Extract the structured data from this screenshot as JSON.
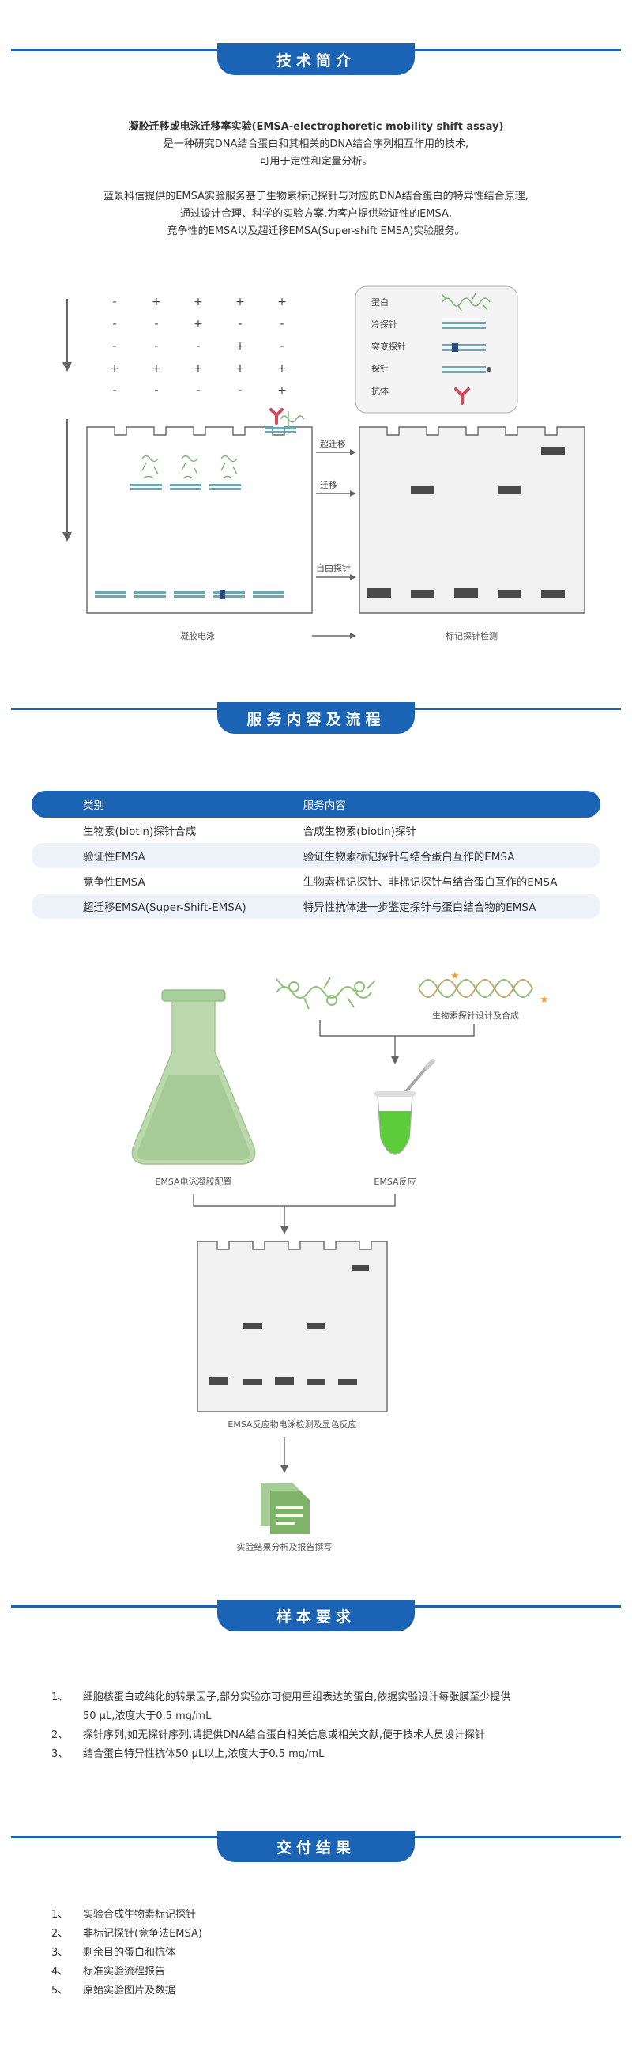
{
  "sections": {
    "intro": {
      "title": "技术简介"
    },
    "service": {
      "title": "服务内容及流程"
    },
    "sample": {
      "title": "样本要求"
    },
    "delivery": {
      "title": "交付结果"
    }
  },
  "intro": {
    "line1": "凝胶迁移或电泳迁移率实验(EMSA-electrophoretic mobility shift assay)",
    "line2": "是一种研究DNA结合蛋白和其相关的DNA结合序列相互作用的技术,",
    "line3": "可用于定性和定量分析。",
    "line4": "蓝景科信提供的EMSA实验服务基于生物素标记探针与对应的DNA结合蛋白的特异性结合原理,",
    "line5": "通过设计合理、科学的实验方案,为客户提供验证性的EMSA,",
    "line6": "竞争性的EMSA以及超迁移EMSA(Super-shift EMSA)实验服务。"
  },
  "diagram": {
    "grid": [
      [
        "-",
        "+",
        "+",
        "+",
        "+"
      ],
      [
        "-",
        "-",
        "+",
        "-",
        "-"
      ],
      [
        "-",
        "-",
        "-",
        "+",
        "-"
      ],
      [
        "+",
        "+",
        "+",
        "+",
        "+"
      ],
      [
        "-",
        "-",
        "-",
        "-",
        "+"
      ]
    ],
    "legend": [
      "蛋白",
      "冷探针",
      "突变探针",
      "探针",
      "抗体"
    ],
    "label_supershift": "超迁移",
    "label_shift": "迁移",
    "label_free": "自由探针",
    "caption_left": "凝胶电泳",
    "caption_right": "标记探针检测"
  },
  "service_table": {
    "headers": [
      "类别",
      "服务内容"
    ],
    "rows": [
      [
        "生物素(biotin)探针合成",
        "合成生物素(biotin)探针"
      ],
      [
        "验证性EMSA",
        "验证生物素标记探针与结合蛋白互作的EMSA"
      ],
      [
        "竞争性EMSA",
        "生物素标记探针、非标记探针与结合蛋白互作的EMSA"
      ],
      [
        "超迁移EMSA(Super-Shift-EMSA)",
        "特异性抗体进一步鉴定探针与蛋白结合物的EMSA"
      ]
    ]
  },
  "flow": {
    "probe_label": "生物素探针设计及合成",
    "flask_label": "EMSA电泳凝胶配置",
    "tube_label": "EMSA反应",
    "gel_label": "EMSA反应物电泳检测及显色反应",
    "report_label": "实验结果分析及报告撰写"
  },
  "sample": {
    "items": [
      {
        "num": "1、",
        "text": "细胞核蛋白或纯化的转录因子,部分实验亦可使用重组表达的蛋白,依据实验设计每张膜至少提供"
      },
      {
        "num": "",
        "text": "50 μL,浓度大于0.5 mg/mL"
      },
      {
        "num": "2、",
        "text": "探针序列,如无探针序列,请提供DNA结合蛋白相关信息或相关文献,便于技术人员设计探针"
      },
      {
        "num": "3、",
        "text": "结合蛋白特异性抗体50 μL以上,浓度大于0.5 mg/mL"
      }
    ]
  },
  "delivery": {
    "items": [
      {
        "num": "1、",
        "text": "实验合成生物素标记探针"
      },
      {
        "num": "2、",
        "text": "非标记探针(竞争法EMSA)"
      },
      {
        "num": "3、",
        "text": "剩余目的蛋白和抗体"
      },
      {
        "num": "4、",
        "text": "标准实验流程报告"
      },
      {
        "num": "5、",
        "text": "原始实验图片及数据"
      }
    ]
  },
  "colors": {
    "brand": "#1a63b5",
    "band": "#4a4a4a",
    "green": "#8fbf7a"
  }
}
